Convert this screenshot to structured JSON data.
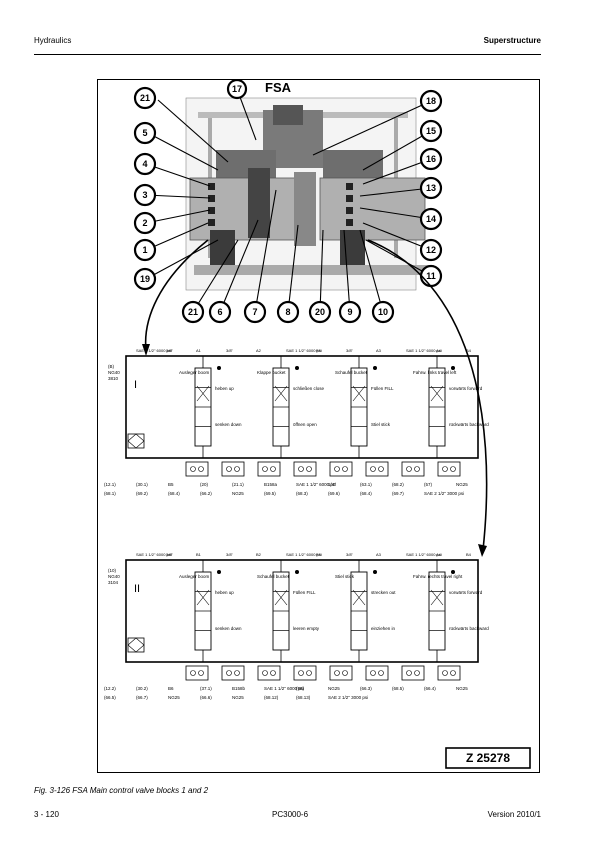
{
  "header": {
    "section": "Hydraulics",
    "chapter": "Superstructure"
  },
  "figure": {
    "title": "FSA",
    "drawing_number": "Z 25278",
    "callouts_top": [
      "21",
      "17",
      "18",
      "5",
      "15",
      "4",
      "16",
      "3",
      "13",
      "2",
      "14",
      "1",
      "12",
      "19",
      "11"
    ],
    "callouts_bottom": [
      "21",
      "6",
      "7",
      "8",
      "20",
      "9",
      "10"
    ],
    "block1": {
      "roman": "I",
      "ref": "(B)\nNG40\n3810",
      "ports_top": [
        "SAE 1 1/2\" 6000 psi",
        "3/8\"",
        "A1",
        "3/8\"",
        "A2",
        "SAE 1 1/2\" 6000 psi",
        "B3",
        "3/8\"",
        "A3",
        "SAE 1 1/2\" 6000 psi",
        "A4",
        "B4"
      ],
      "sections": [
        {
          "a": "Ausleger boom",
          "b": "heben up",
          "c": "senken down"
        },
        {
          "a": "Klappe bucket",
          "b": "schließen close",
          "c": "öffnen open"
        },
        {
          "a": "Schaufel bucket",
          "b": "Füllen FILL",
          "c": "Stiel stick"
        },
        {
          "a": "Fahrw. links travel left",
          "b": "vorwärts forward",
          "c": "rückwärts backward"
        }
      ],
      "labels": [
        "(12.1)",
        "(30.1)",
        "B5",
        "(20)",
        "(21.1)",
        "B158a",
        "SAE 1 1/2\" 6000 psi",
        "1/4\"",
        "(63.1)",
        "(68.2)",
        "(57)",
        "NG25",
        "(68.1)",
        "(69.2)",
        "(68.4)",
        "(66.2)",
        "NG25",
        "(69.5)",
        "(68.3)",
        "(69.6)",
        "(68.4)",
        "(69.7)",
        "SAE 2 1/2\" 3000 psi"
      ]
    },
    "block2": {
      "roman": "II",
      "ref": "(10)\nNG40\n3104",
      "ports_top": [
        "SAE 1 1/2\" 6000 psi",
        "3/8\"",
        "B1",
        "3/8\"",
        "B2",
        "SAE 1 1/2\" 6000 psi",
        "B3",
        "3/8\"",
        "A3",
        "SAE 1 1/2\" 6000 psi",
        "A4",
        "B4"
      ],
      "sections": [
        {
          "a": "Ausleger boom",
          "b": "heben up",
          "c": "senken down"
        },
        {
          "a": "Schaufel bucket",
          "b": "Füllen FILL",
          "c": "leeren empty"
        },
        {
          "a": "Stiel stick",
          "b": "strecken out",
          "c": "einziehen in"
        },
        {
          "a": "Fahrw. rechts travel right",
          "b": "vorwärts forward",
          "c": "rückwärts backward"
        }
      ],
      "labels": [
        "(12.2)",
        "(30.2)",
        "B6",
        "(37.1)",
        "B158b",
        "SAE 1 1/2\" 6000 psi",
        "(98)",
        "NG25",
        "(66.3)",
        "(68.5)",
        "(66.4)",
        "NG25",
        "(66.5)",
        "(66.7)",
        "NG25",
        "(66.6)",
        "NG25",
        "(68.12)",
        "(68.13)",
        "SAE 2 1/2\" 3000 psi"
      ]
    }
  },
  "caption": "Fig. 3-126 FSA Main control valve blocks 1 and 2",
  "footer": {
    "page": "3 - 120",
    "model": "PC3000-6",
    "version": "Version 2010/1"
  }
}
